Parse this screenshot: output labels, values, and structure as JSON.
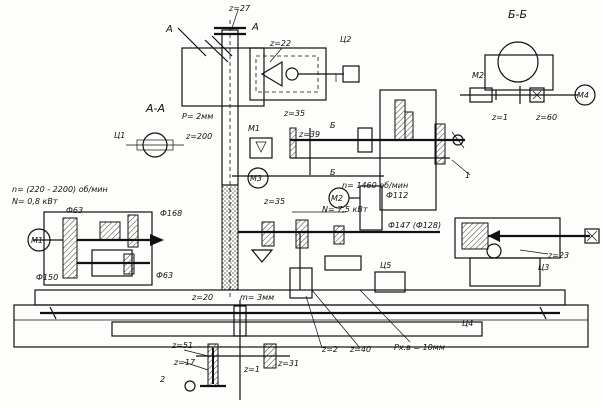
{
  "section_labels": {
    "aa_top_left": "A",
    "aa_top_right": "A",
    "aa_section": "А-А",
    "bb_section": "Б-Б",
    "b_mark_1": "Б",
    "b_mark_2": "Б"
  },
  "motors": {
    "m1": "М1",
    "m2": "М2",
    "m3": "М3",
    "m4": "М4",
    "m1_small": "М1",
    "m2_small": "М2"
  },
  "cylinders": {
    "c1": "Ц1",
    "c2": "Ц2",
    "c3": "Ц3",
    "c4": "Ц4",
    "c5": "Ц5"
  },
  "gears": {
    "z27": "z=27",
    "z22": "z=22",
    "z35_top": "z=35",
    "z39": "z=39",
    "z200": "z=200",
    "z35_mid": "z=35",
    "z1_bb": "z=1",
    "z60_bb": "z=60",
    "z20": "z=20",
    "z2": "z=2",
    "z40": "z=40",
    "z23": "z=23",
    "z51": "z=51",
    "z17": "z=17",
    "z1_bottom": "z=1",
    "z31": "z=31",
    "num_1": "1",
    "num_2": "2"
  },
  "specs": {
    "left_speed": "n= (220 - 2200) об/мин",
    "left_power": "N= 0,8 кВт",
    "right_speed": "n= 1460 об/мин",
    "right_power": "N= 7,5 кВт",
    "pitch_p": "P= 2мм",
    "module_m": "m= 3мм",
    "pitch_pxb": "Pх.в = 10мм"
  },
  "diameters": {
    "f168": "Ф168",
    "f63_top": "Ф63",
    "f150": "Ф150",
    "f63_bottom": "Ф63",
    "f112": "Ф112",
    "f147": "Ф147 (Ф128)"
  }
}
